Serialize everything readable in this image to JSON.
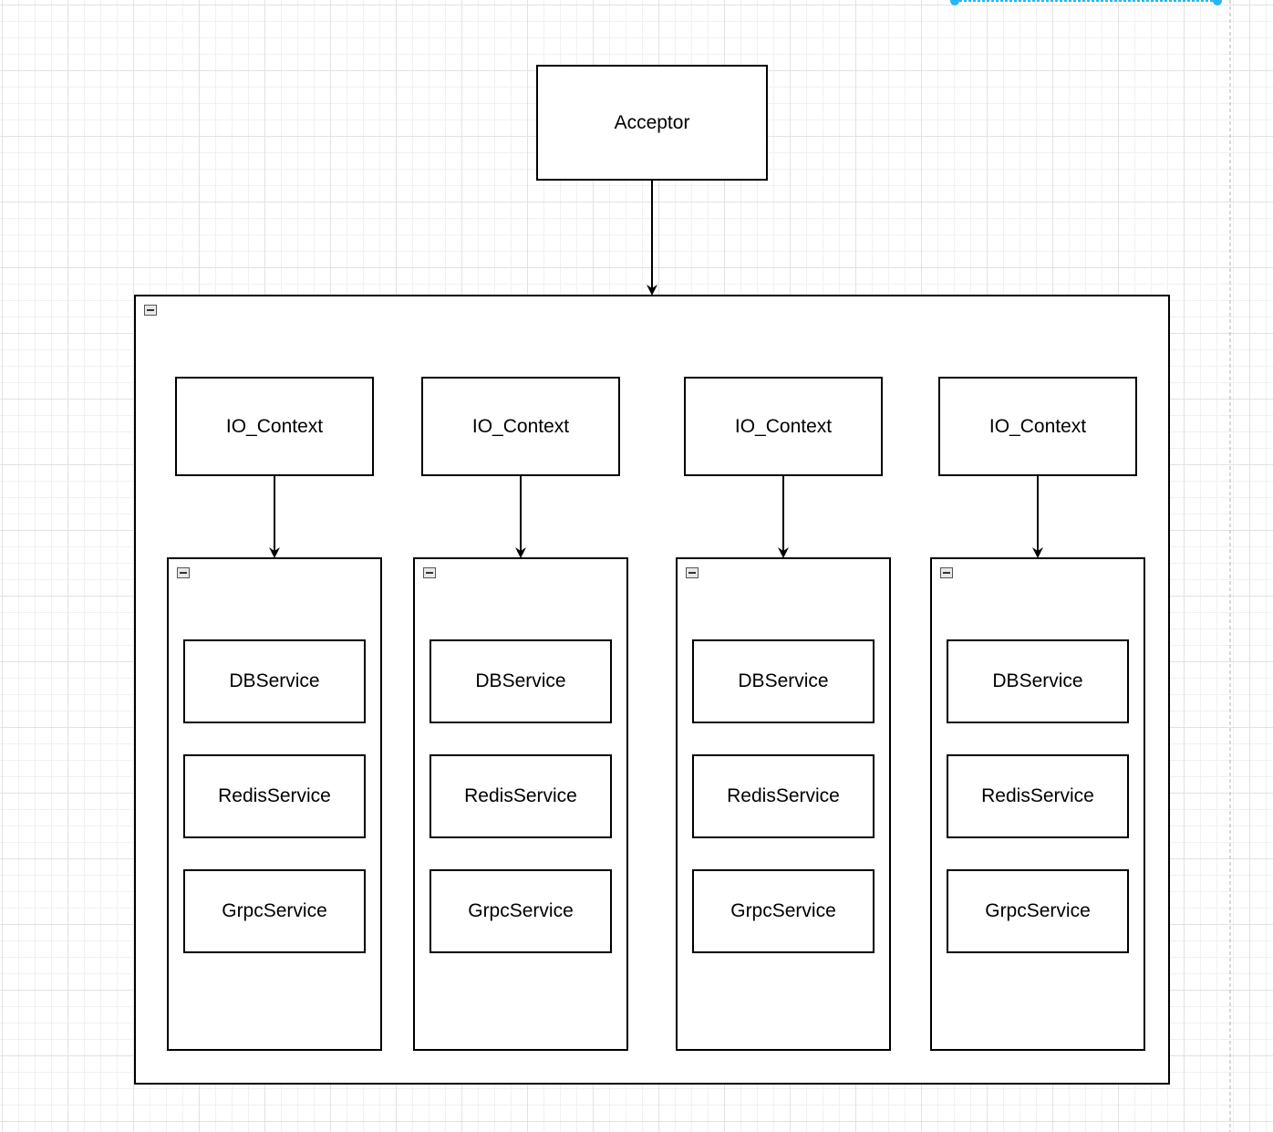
{
  "acceptor": {
    "label": "Acceptor"
  },
  "columns": [
    {
      "context_label": "IO_Context",
      "services": [
        "DBService",
        "RedisService",
        "GrpcService"
      ]
    },
    {
      "context_label": "IO_Context",
      "services": [
        "DBService",
        "RedisService",
        "GrpcService"
      ]
    },
    {
      "context_label": "IO_Context",
      "services": [
        "DBService",
        "RedisService",
        "GrpcService"
      ]
    },
    {
      "context_label": "IO_Context",
      "services": [
        "DBService",
        "RedisService",
        "GrpcService"
      ]
    }
  ],
  "colors": {
    "stroke": "#000000",
    "selection": "#29b6f2",
    "grid": "#e2e2e2"
  },
  "icons": {
    "collapse": "minus-square-icon"
  }
}
